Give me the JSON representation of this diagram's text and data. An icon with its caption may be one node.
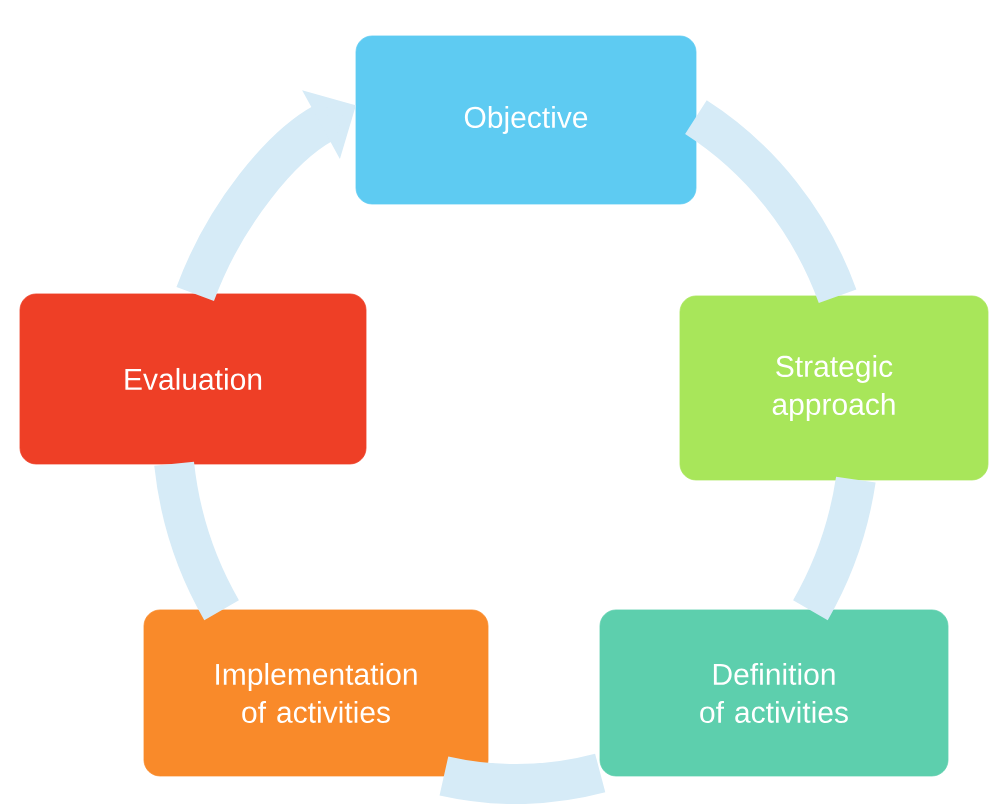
{
  "diagram": {
    "nodes": [
      {
        "text": [
          "Objective"
        ]
      },
      {
        "text": [
          "Strategic approach"
        ]
      },
      {
        "text": [
          "Definition of activities"
        ]
      },
      {
        "text": [
          "Implementation of activities"
        ]
      },
      {
        "text": [
          "Evaluation"
        ]
      }
    ],
    "edges": [
      {
        "from": 0,
        "to": 1,
        "arrow": "none"
      },
      {
        "from": 1,
        "to": 2,
        "arrow": "none"
      },
      {
        "from": 2,
        "to": 3,
        "arrow": "none"
      },
      {
        "from": 3,
        "to": 4,
        "arrow": "none"
      },
      {
        "from": 4,
        "to": 0,
        "arrow": "to"
      }
    ]
  }
}
